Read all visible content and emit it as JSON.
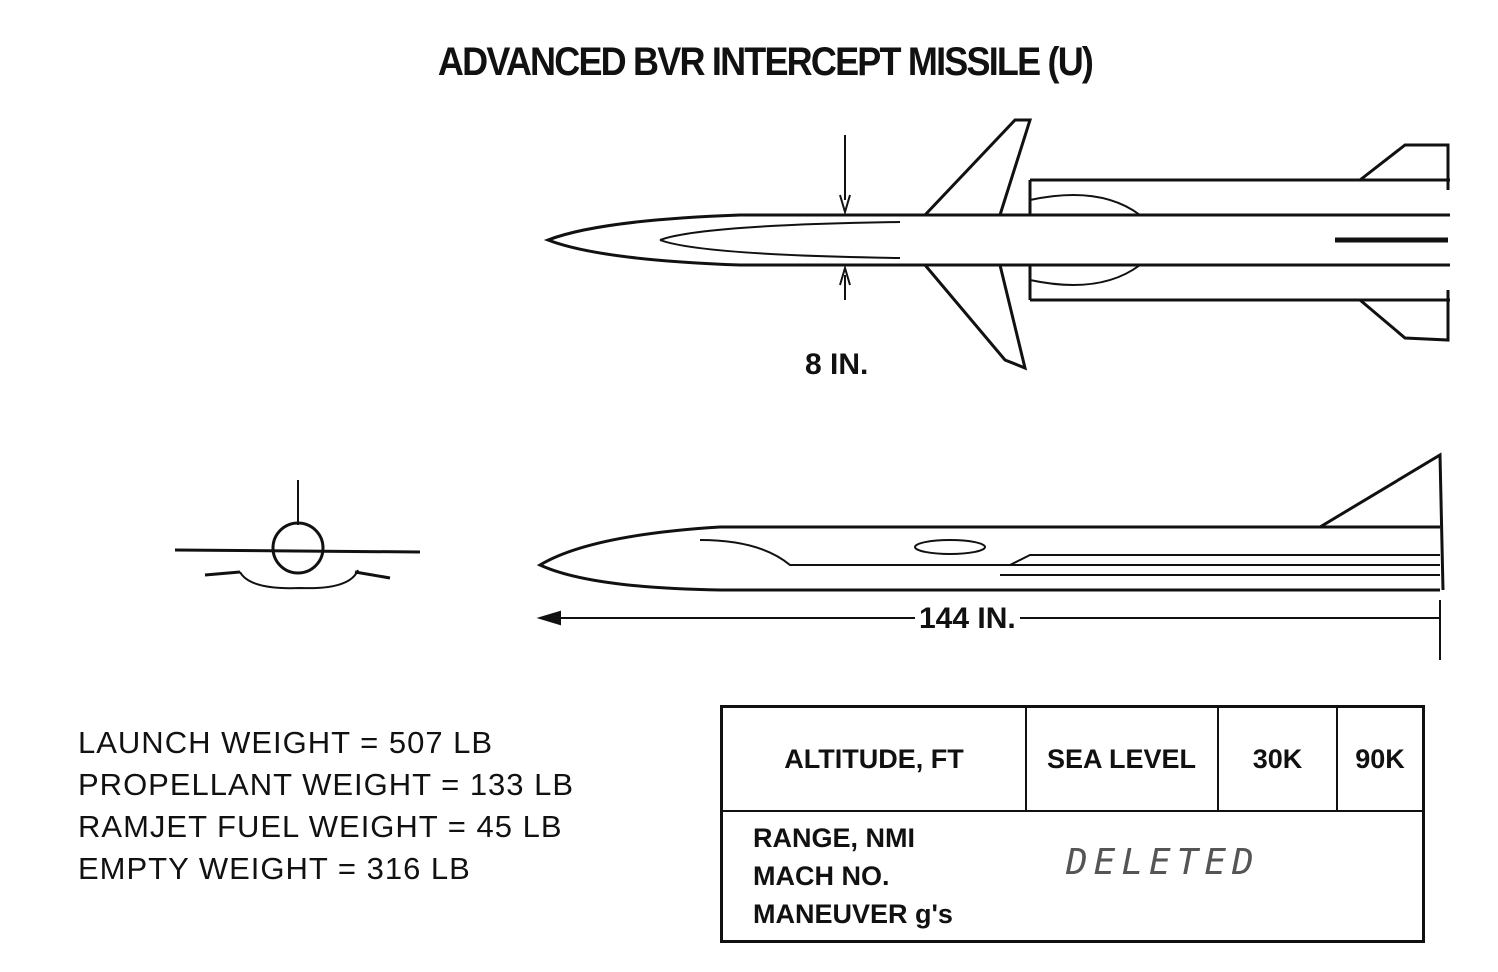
{
  "title": "ADVANCED BVR INTERCEPT MISSILE (U)",
  "dimensions": {
    "diameter": "8 IN.",
    "length": "144 IN."
  },
  "specs": [
    "LAUNCH WEIGHT = 507 LB",
    "PROPELLANT WEIGHT = 133 LB",
    "RAMJET FUEL WEIGHT = 45 LB",
    "EMPTY WEIGHT = 316 LB"
  ],
  "table": {
    "header": [
      "ALTITUDE, FT",
      "SEA LEVEL",
      "30K",
      "90K"
    ],
    "row_labels": [
      "RANGE, NMI",
      "MACH NO.",
      "MANEUVER g's"
    ],
    "stamp": "DELETED"
  }
}
